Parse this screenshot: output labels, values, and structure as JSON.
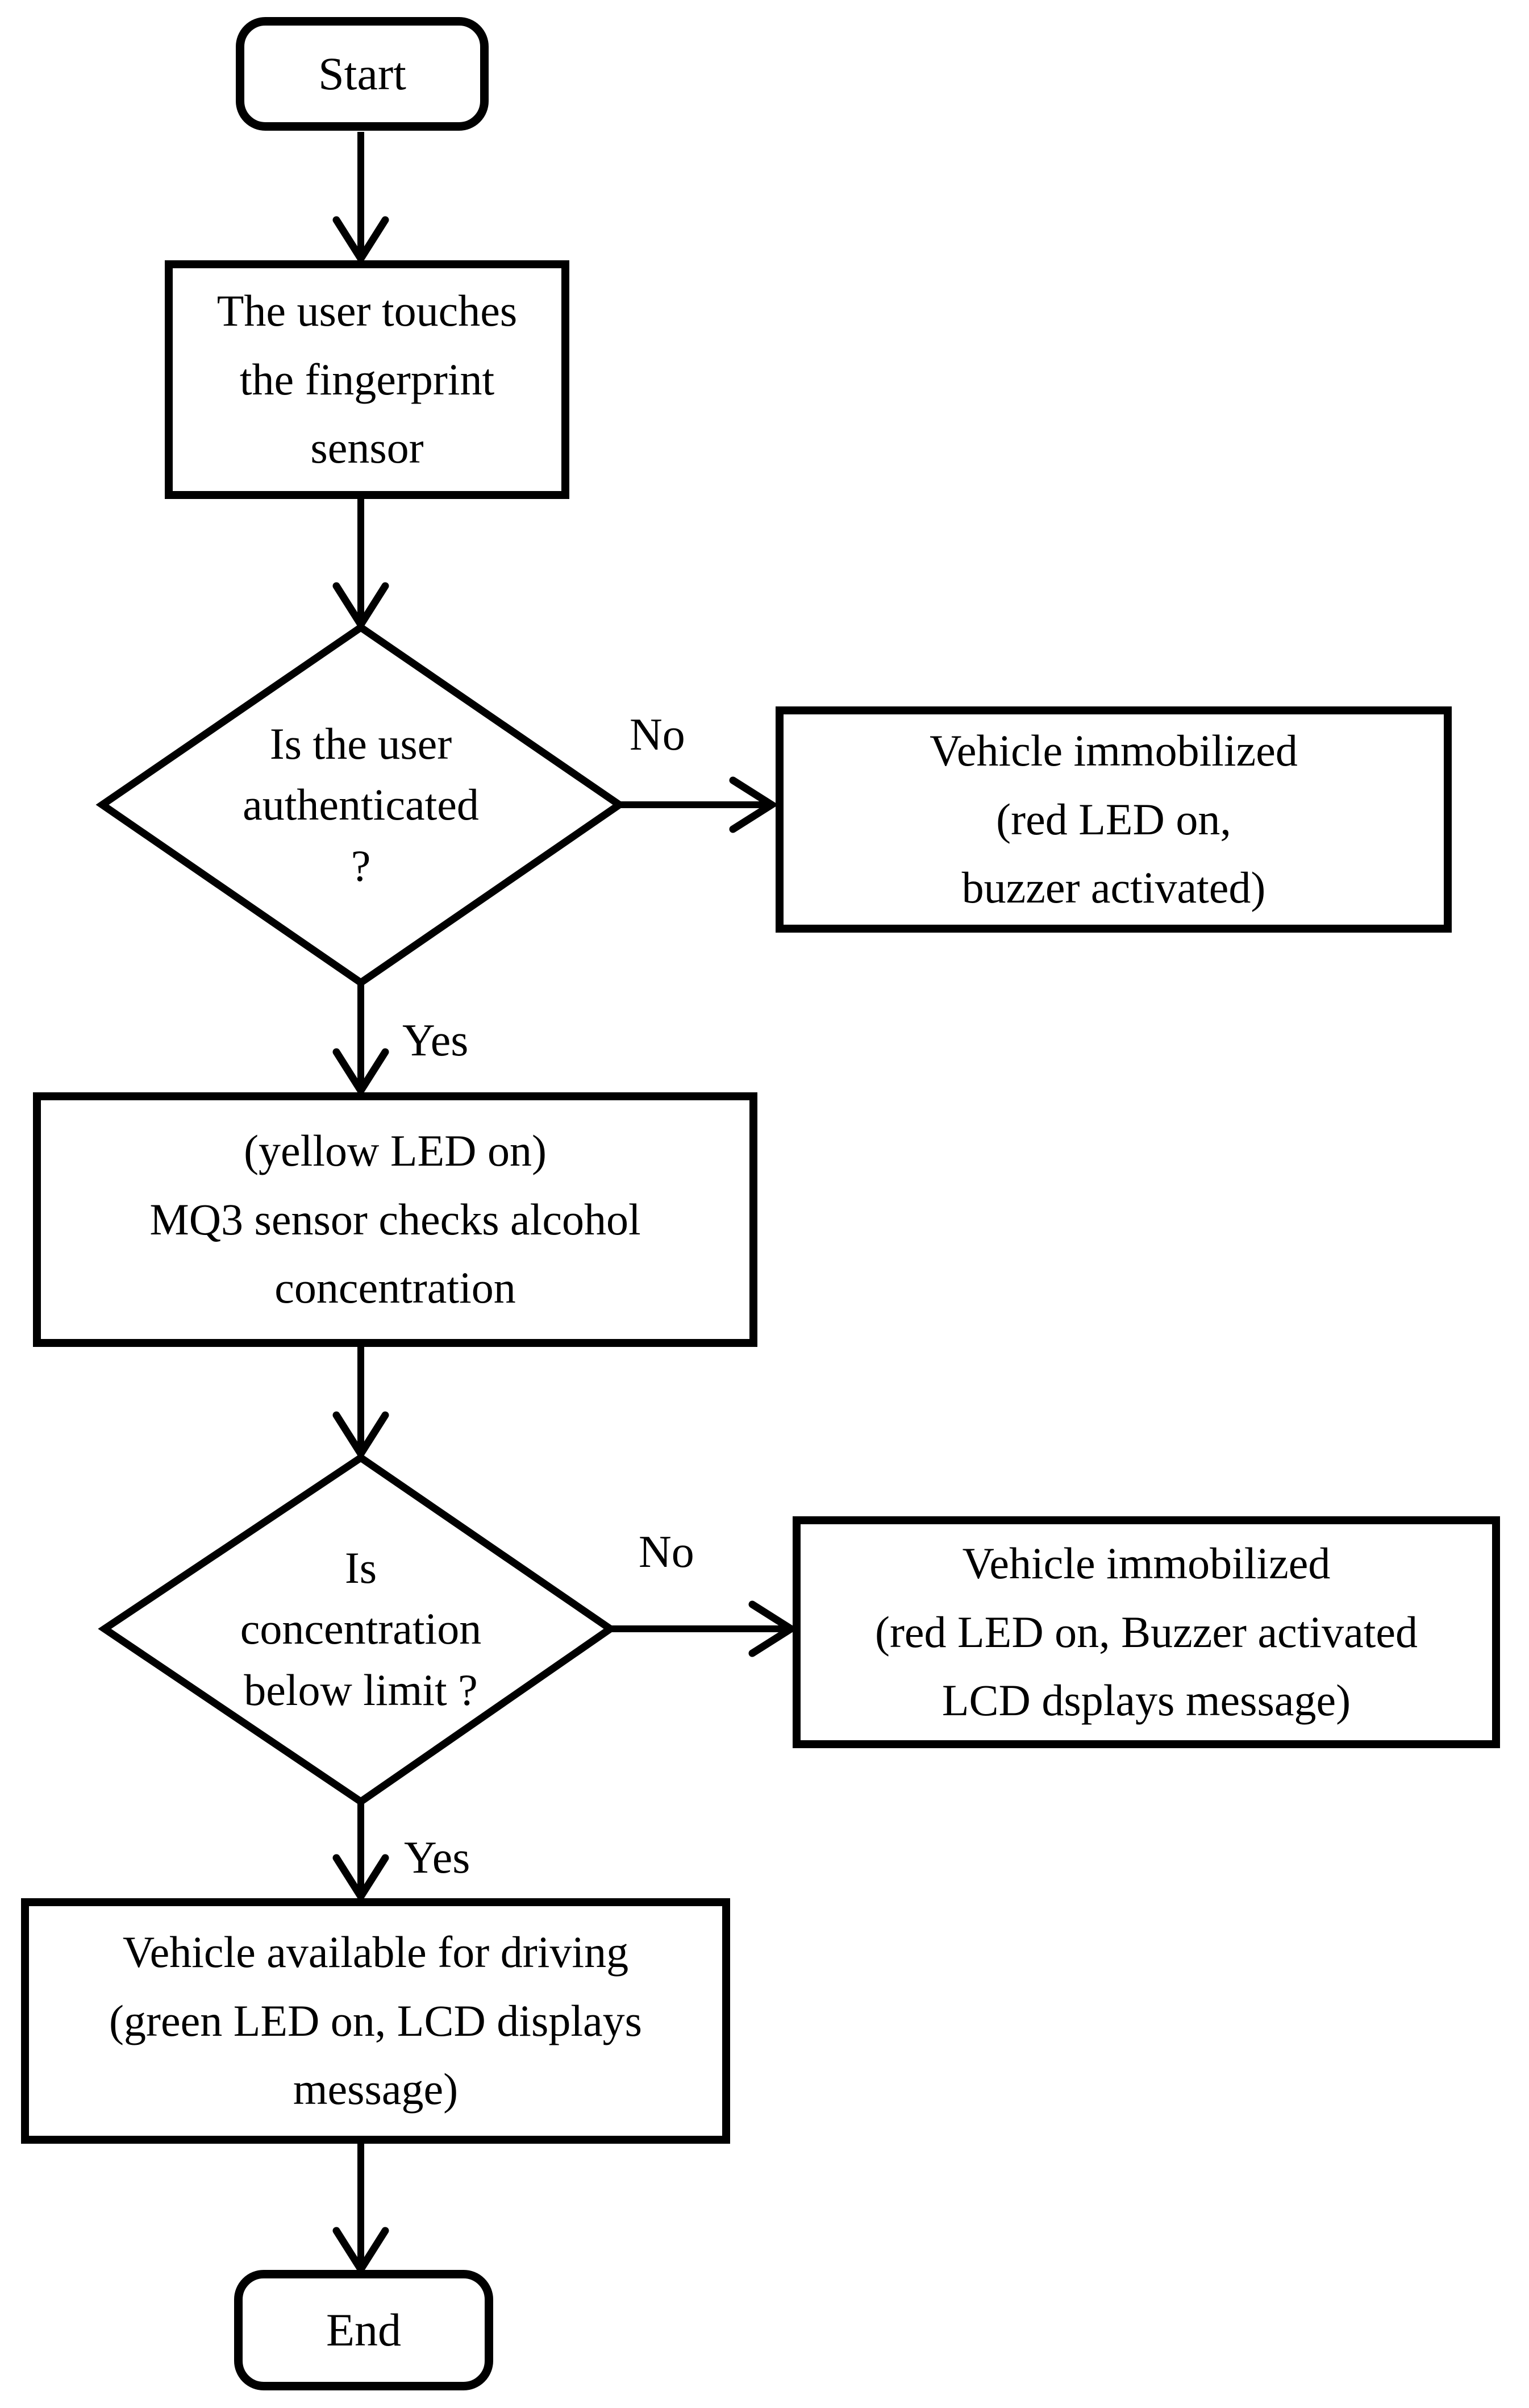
{
  "page": {
    "background_color": "#ffffff",
    "ink_color": "#000000"
  },
  "flowchart": {
    "nodes": {
      "start": {
        "type": "terminator",
        "label": "Start"
      },
      "touch_sensor": {
        "type": "process",
        "lines": [
          "The user touches",
          "the fingerprint",
          "sensor"
        ]
      },
      "auth_decision": {
        "type": "decision",
        "lines": [
          "Is the user",
          "authenticated",
          "?"
        ]
      },
      "immobilized_auth": {
        "type": "process",
        "lines": [
          "Vehicle immobilized",
          "(red LED on,",
          "buzzer activated)"
        ]
      },
      "mq3_check": {
        "type": "process",
        "lines": [
          "(yellow LED on)",
          "MQ3 sensor checks alcohol",
          "concentration"
        ]
      },
      "limit_decision": {
        "type": "decision",
        "lines": [
          "Is",
          "concentration",
          "below limit ?"
        ]
      },
      "immobilized_limit": {
        "type": "process",
        "lines": [
          "Vehicle immobilized",
          "(red LED on, Buzzer activated",
          "LCD dsplays message)"
        ]
      },
      "available": {
        "type": "process",
        "lines": [
          "Vehicle available for driving",
          "(green LED on, LCD displays",
          "message)"
        ]
      },
      "end": {
        "type": "terminator",
        "label": "End"
      }
    },
    "edge_labels": {
      "auth_no": "No",
      "auth_yes": "Yes",
      "limit_no": "No",
      "limit_yes": "Yes"
    }
  }
}
